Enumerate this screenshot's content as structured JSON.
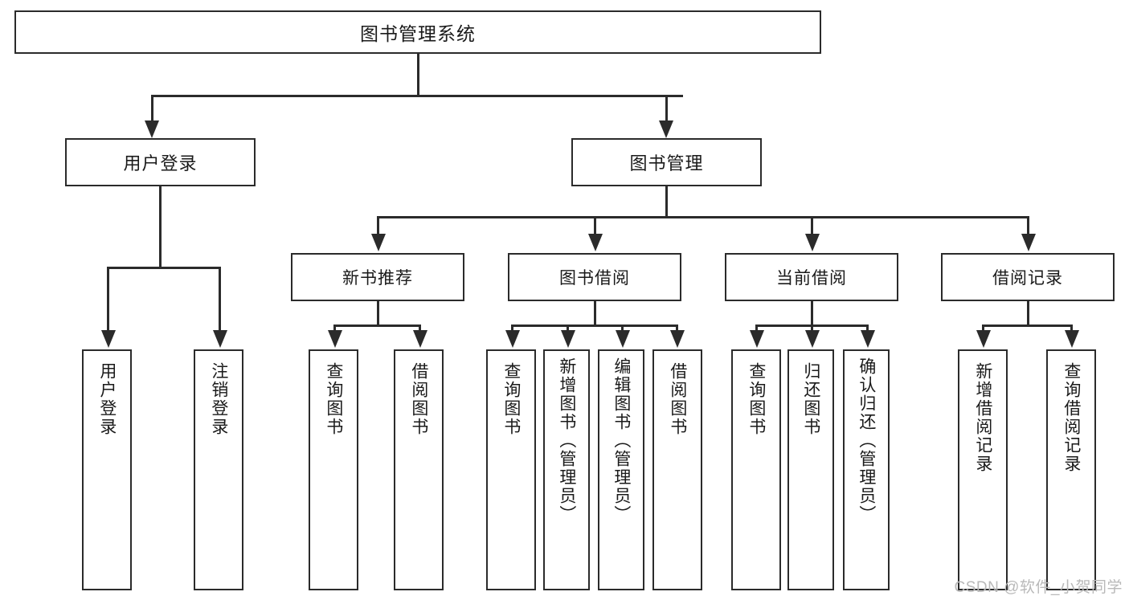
{
  "diagram": {
    "type": "tree",
    "title": "图书管理系统",
    "orientation": "top-down",
    "colors": {
      "stroke": "#2b2b2b",
      "fill": "#ffffff",
      "watermark": "#b9b9b9"
    },
    "root": {
      "label": "图书管理系统"
    },
    "level2": [
      {
        "label": "用户登录"
      },
      {
        "label": "图书管理"
      }
    ],
    "level3": [
      {
        "label": "新书推荐"
      },
      {
        "label": "图书借阅"
      },
      {
        "label": "当前借阅"
      },
      {
        "label": "借阅记录"
      }
    ],
    "leaves": {
      "user_login": [
        {
          "label": "用户登录"
        },
        {
          "label": "注销登录"
        }
      ],
      "new_book_recommend": [
        {
          "label": "查询图书"
        },
        {
          "label": "借阅图书"
        }
      ],
      "book_borrow": [
        {
          "label": "查询图书"
        },
        {
          "label": "新增图书（管理员）"
        },
        {
          "label": "编辑图书（管理员）"
        },
        {
          "label": "借阅图书"
        }
      ],
      "current_borrow": [
        {
          "label": "查询图书"
        },
        {
          "label": "归还图书"
        },
        {
          "label": "确认归还（管理员）"
        }
      ],
      "borrow_record": [
        {
          "label": "新增借阅记录"
        },
        {
          "label": "查询借阅记录"
        }
      ]
    }
  },
  "watermark": {
    "text": "CSDN @软件_小贺同学"
  }
}
